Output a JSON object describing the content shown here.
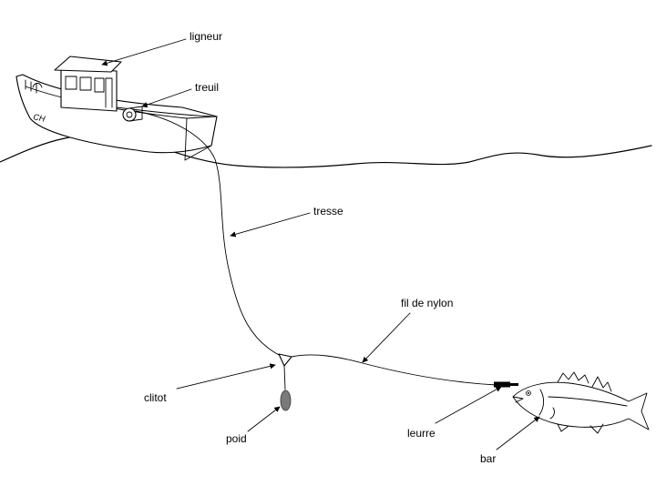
{
  "labels": {
    "ligneur": "ligneur",
    "treuil": "treuil",
    "tresse": "tresse",
    "fil_de_nylon": "fil de nylon",
    "clitot": "clitot",
    "poid": "poid",
    "leurre": "leurre",
    "bar": "bar"
  },
  "boat": {
    "hull_marking": "CH"
  },
  "colors": {
    "ink": "#000000",
    "weight": "#7a7a7a",
    "background": "#ffffff"
  }
}
